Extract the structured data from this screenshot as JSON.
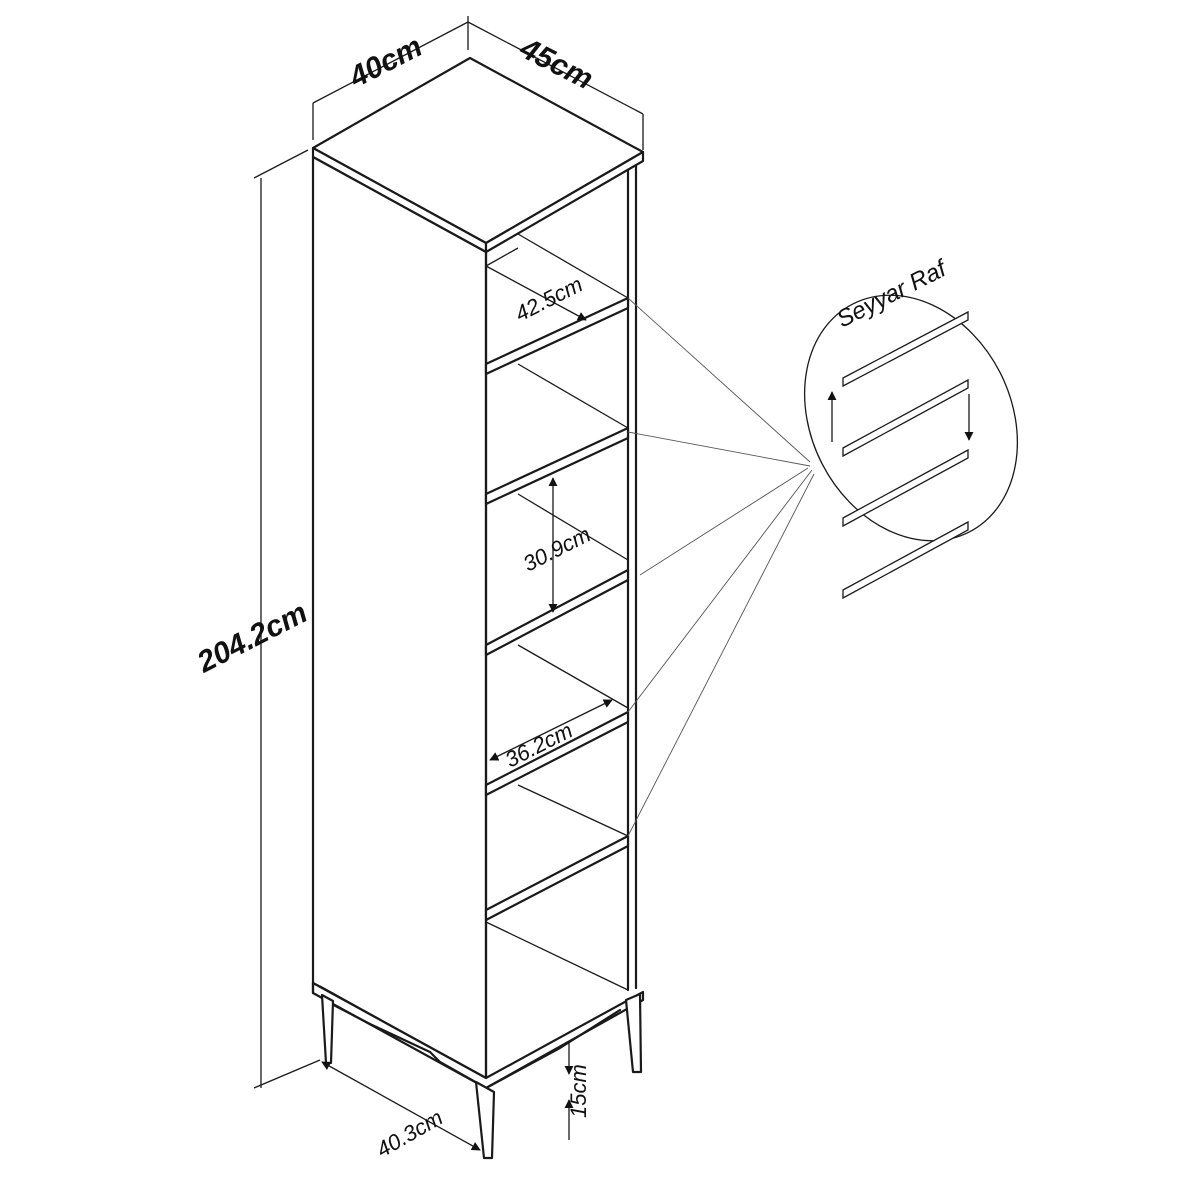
{
  "dimensions": {
    "width": "40cm",
    "depth": "45cm",
    "height": "204.2cm",
    "inner_depth": "42.5cm",
    "shelf_gap": "30.9cm",
    "inner_width": "36.2cm",
    "base_width": "40.3cm",
    "leg_height": "15cm"
  },
  "callout": {
    "label": "Seyyar Raf"
  }
}
